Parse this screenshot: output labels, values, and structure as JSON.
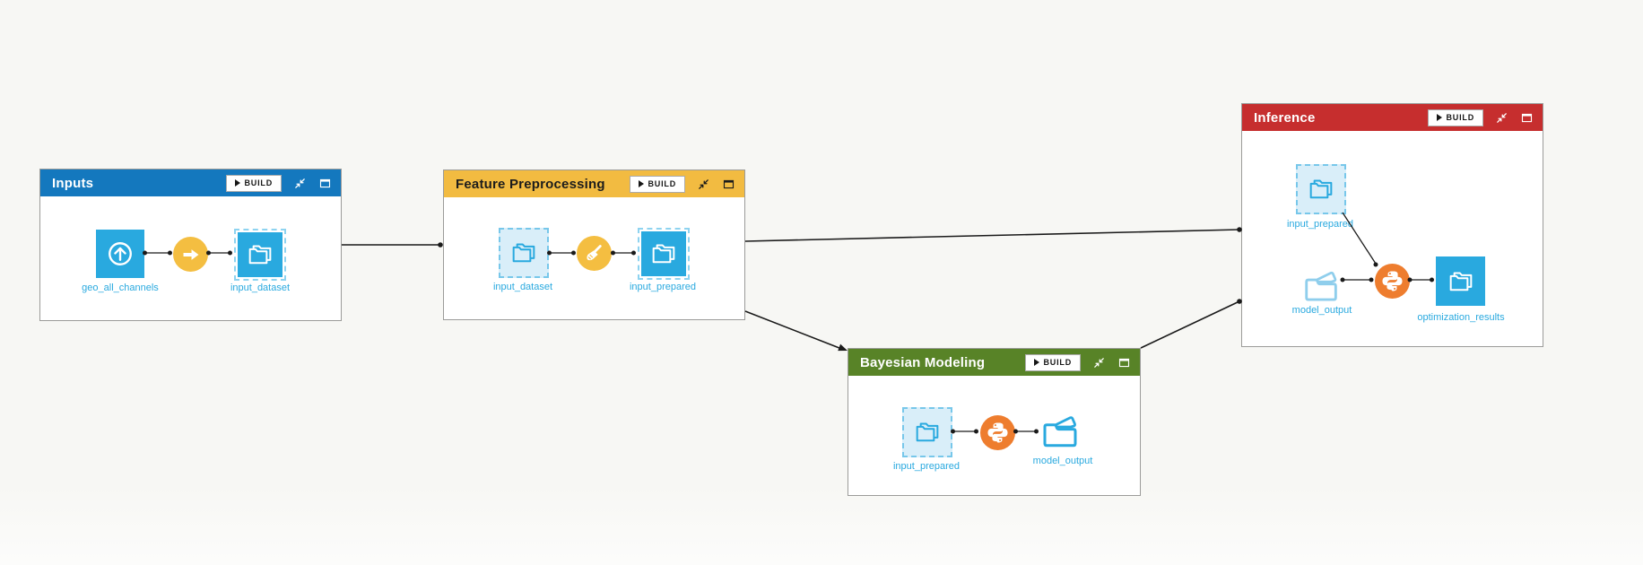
{
  "canvas": {
    "background_color": "#F7F7F5",
    "edge_color": "#1A1A1A"
  },
  "colors": {
    "item_blue": "#29A9DF",
    "ghost_fill": "#D9EEF9",
    "ghost_dash": "#77C7EA",
    "recipe_yellow": "#F4BE41",
    "recipe_orange": "#EE7D2E",
    "label_blue": "#29A9DF"
  },
  "zones": [
    {
      "title": "Inputs",
      "build_label": "BUILD",
      "color": "#1478BE",
      "items": [
        {
          "type": "uploaded-dataset",
          "label": "geo_all_channels"
        },
        {
          "type": "sync-recipe"
        },
        {
          "type": "dataset",
          "label": "input_dataset",
          "shared": true
        }
      ],
      "edges": [
        {
          "from": "geo_all_channels",
          "to": "sync-recipe"
        },
        {
          "from": "sync-recipe",
          "to": "input_dataset"
        }
      ]
    },
    {
      "title": "Feature Preprocessing",
      "build_label": "BUILD",
      "color": "#F2BB41",
      "items": [
        {
          "type": "dataset",
          "label": "input_dataset",
          "ghost": true
        },
        {
          "type": "prepare-recipe"
        },
        {
          "type": "dataset",
          "label": "input_prepared",
          "shared": true
        }
      ],
      "edges": [
        {
          "from": "input_dataset",
          "to": "prepare-recipe"
        },
        {
          "from": "prepare-recipe",
          "to": "input_prepared"
        }
      ]
    },
    {
      "title": "Bayesian Modeling",
      "build_label": "BUILD",
      "color": "#588327",
      "items": [
        {
          "type": "dataset",
          "label": "input_prepared",
          "ghost": true
        },
        {
          "type": "python-recipe"
        },
        {
          "type": "managed-folder",
          "label": "model_output"
        }
      ],
      "edges": [
        {
          "from": "input_prepared",
          "to": "python-recipe"
        },
        {
          "from": "python-recipe",
          "to": "model_output"
        }
      ]
    },
    {
      "title": "Inference",
      "build_label": "BUILD",
      "color": "#C62E2E",
      "items": [
        {
          "type": "dataset",
          "label": "input_prepared",
          "ghost": true
        },
        {
          "type": "managed-folder",
          "label": "model_output",
          "ghost": true
        },
        {
          "type": "python-recipe"
        },
        {
          "type": "dataset",
          "label": "optimization_results"
        }
      ],
      "edges": [
        {
          "from": "input_prepared",
          "to": "python-recipe"
        },
        {
          "from": "model_output",
          "to": "python-recipe"
        },
        {
          "from": "python-recipe",
          "to": "optimization_results"
        }
      ]
    }
  ],
  "zone_edges": [
    {
      "from": "Inputs",
      "to": "Feature Preprocessing"
    },
    {
      "from": "Feature Preprocessing",
      "to": "Inference"
    },
    {
      "from": "Feature Preprocessing",
      "to": "Bayesian Modeling"
    },
    {
      "from": "Bayesian Modeling",
      "to": "Inference"
    }
  ]
}
